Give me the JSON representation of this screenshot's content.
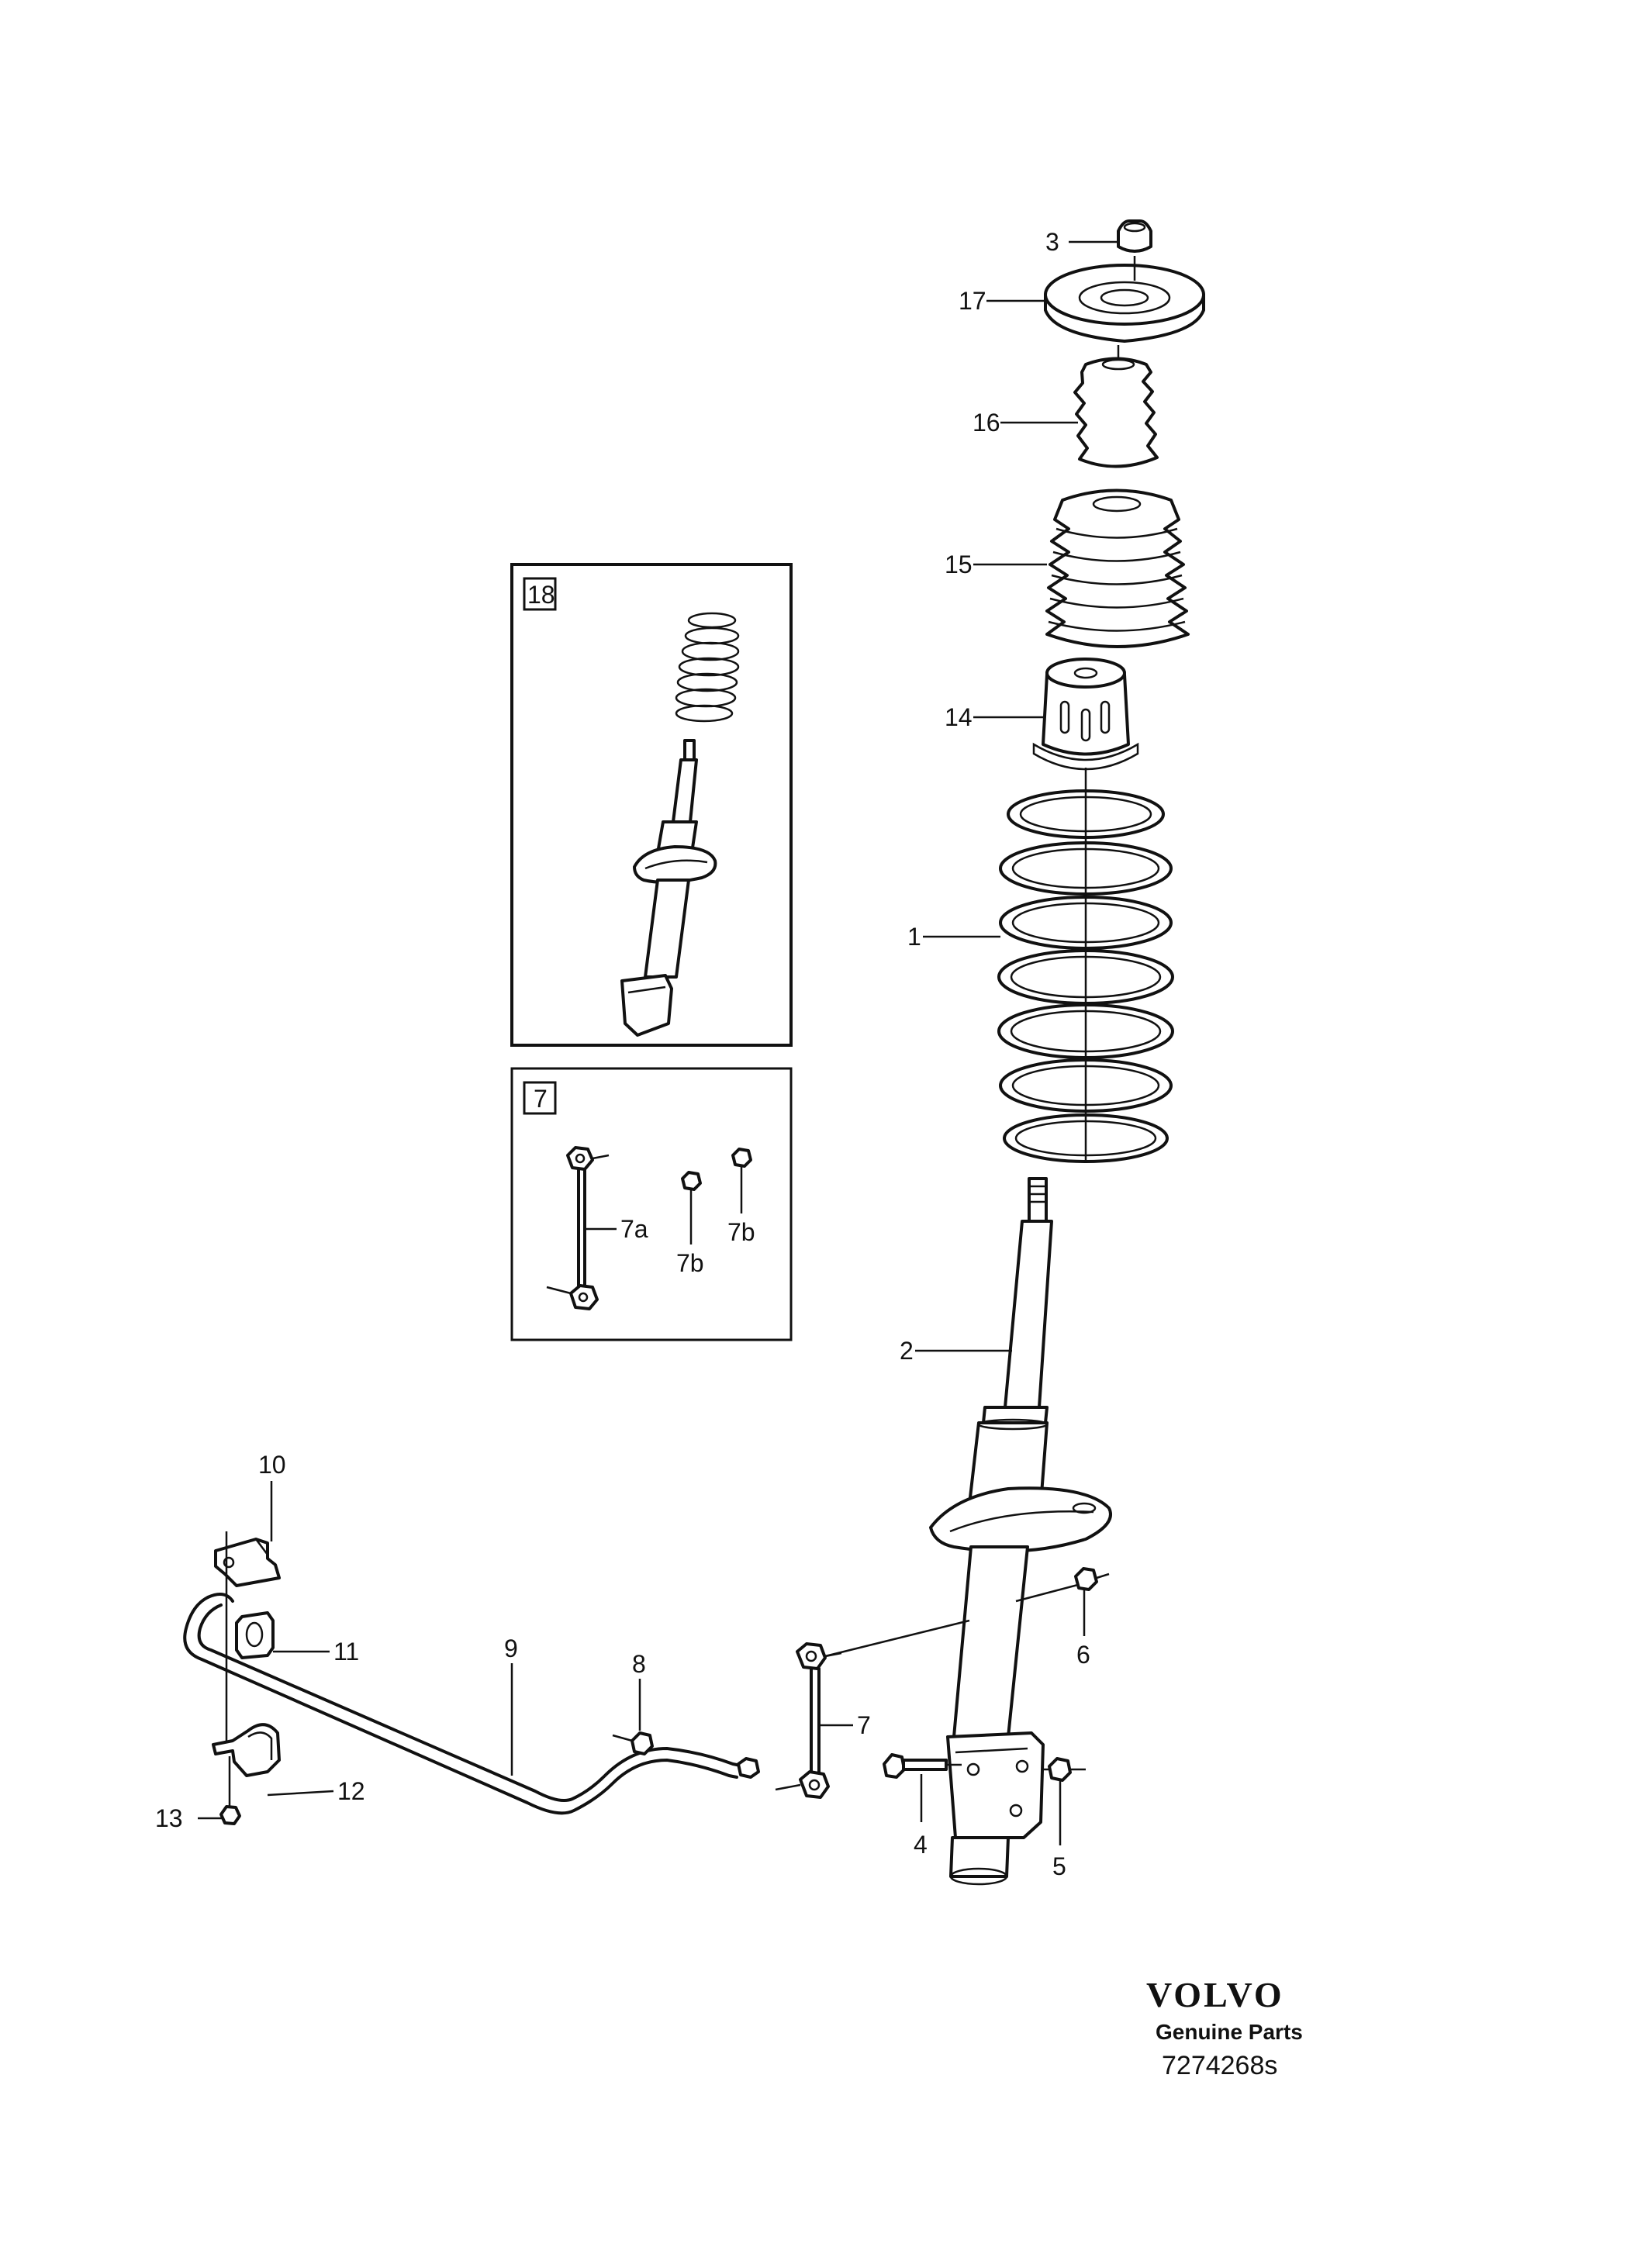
{
  "diagram": {
    "callouts": {
      "c1": "1",
      "c2": "2",
      "c3": "3",
      "c4": "4",
      "c5": "5",
      "c6": "6",
      "c7": "7",
      "c8": "8",
      "c9": "9",
      "c10": "10",
      "c11": "11",
      "c12": "12",
      "c13": "13",
      "c14": "14",
      "c15": "15",
      "c16": "16",
      "c17": "17"
    },
    "inset_strut": {
      "label": "18"
    },
    "inset_link": {
      "label": "7",
      "parts": {
        "link": "7a",
        "nut_a": "7b",
        "nut_b": "7b"
      }
    }
  },
  "branding": {
    "brand": "VOLVO",
    "subtitle": "Genuine Parts",
    "image_number": "7274268s"
  }
}
